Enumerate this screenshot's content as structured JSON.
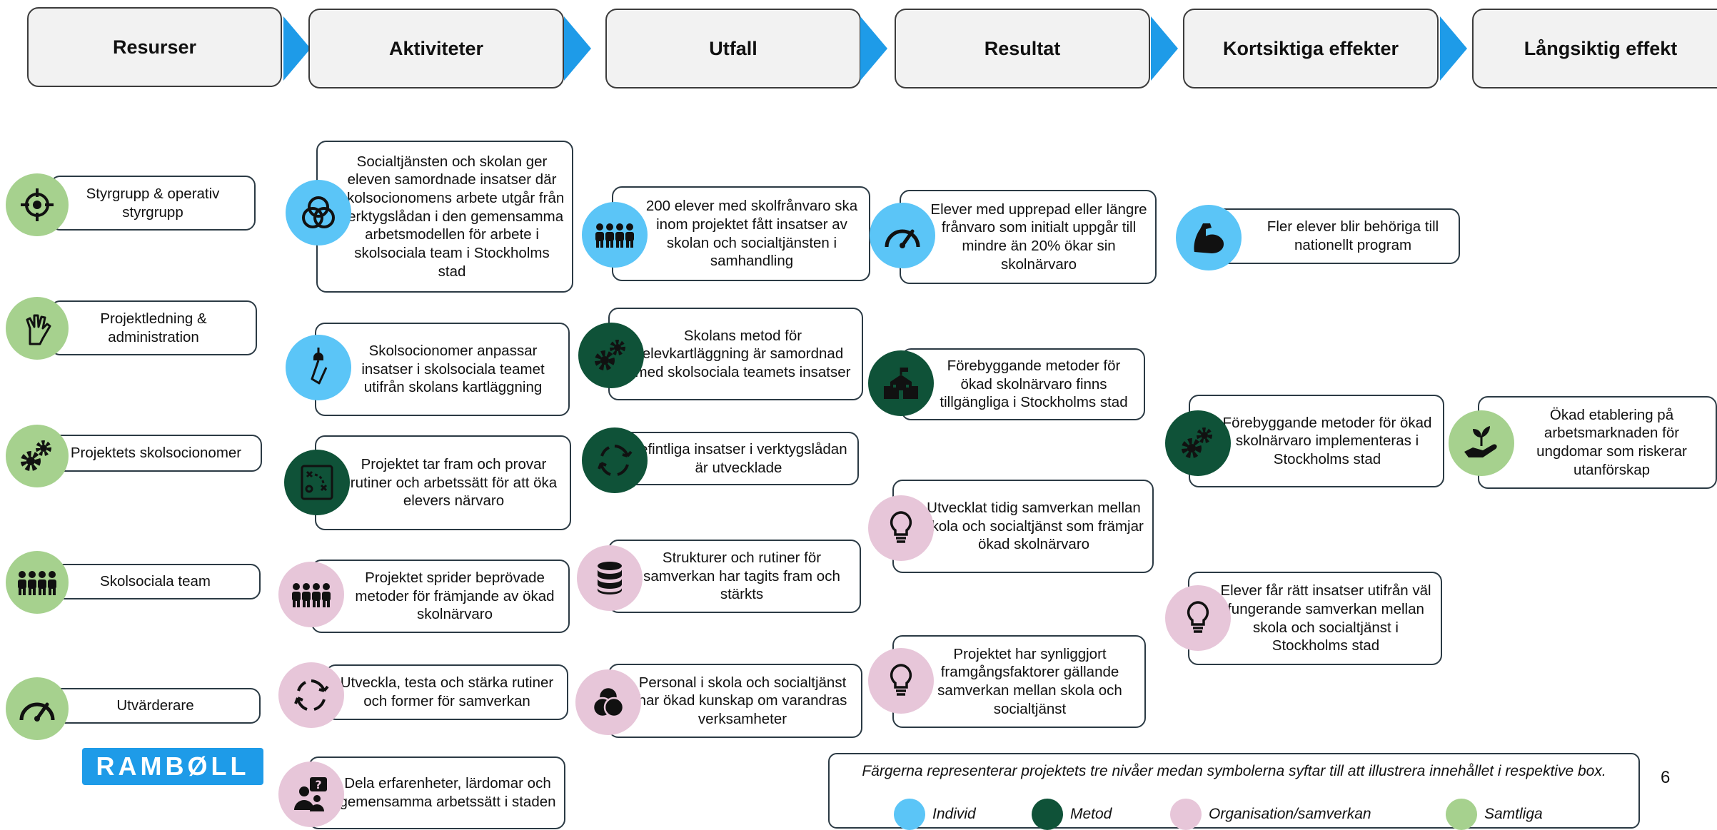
{
  "headers": [
    "Resurser",
    "Aktiviteter",
    "Utfall",
    "Resultat",
    "Kortsiktiga effekter",
    "Långsiktig effekt"
  ],
  "resources": [
    "Styrgrupp & operativ styrgrupp",
    "Projektledning & administration",
    "Projektets skolsocionomer",
    "Skolsociala team",
    "Utvärderare"
  ],
  "activities": [
    "Socialtjänsten och skolan ger eleven samordnade insatser där skolsocionomens arbete utgår från verktygslådan i den gemensamma arbetsmodellen för arbete i skolsociala team i Stockholms stad",
    "Skolsocionomer anpassar insatser i skolsociala teamet utifrån skolans kartläggning",
    "Projektet tar fram och provar rutiner och arbetssätt för att öka elevers närvaro",
    "Projektet sprider beprövade metoder för främjande av ökad skolnärvaro",
    "Utveckla, testa och stärka rutiner och former för samverkan",
    "Dela erfarenheter, lärdomar och gemensamma arbetssätt i staden"
  ],
  "outputs": [
    "200 elever med skolfrånvaro ska inom projektet fått insatser av skolan och socialtjänsten i samhandling",
    "Skolans metod för elevkartläggning är samordnad med skolsociala teamets insatser",
    "Befintliga insatser i verktygslådan är utvecklade",
    "Strukturer och rutiner för samverkan har tagits fram och stärkts",
    "Personal i skola och socialtjänst har ökad kunskap om varandras verksamheter"
  ],
  "results": [
    "Elever med upprepad eller längre frånvaro som initialt uppgår till mindre än 20% ökar sin skolnärvaro",
    "Förebyggande metoder för ökad skolnärvaro finns tillgängliga i Stockholms stad",
    "Utvecklat tidig samverkan mellan skola och socialtjänst som främjar ökad skolnärvaro",
    "Projektet har synliggjort framgångsfaktorer gällande samverkan mellan skola och socialtjänst"
  ],
  "short_effects": [
    "Fler elever blir behöriga till nationellt program",
    "Förebyggande metoder för ökad skolnärvaro implementeras i Stockholms stad",
    "Elever får rätt insatser utifrån väl fungerande samverkan mellan skola och socialtjänst i Stockholms stad"
  ],
  "long_effects": [
    "Ökad etablering på arbetsmarknaden för ungdomar som riskerar utanförskap"
  ],
  "logo": "RAMBØLL",
  "legend": {
    "note": "Färgerna representerar projektets tre nivåer medan symbolerna syftar till att illustrera innehållet i respektive box.",
    "items": [
      {
        "label": "Individ",
        "color": "#5bc5f7"
      },
      {
        "label": "Metod",
        "color": "#0f5238"
      },
      {
        "label": "Organisation/samverkan",
        "color": "#e7c6d9"
      },
      {
        "label": "Samtliga",
        "color": "#a6d18e"
      }
    ]
  },
  "colors": {
    "header_arrow": "#1e9be8"
  },
  "page_number": "6"
}
